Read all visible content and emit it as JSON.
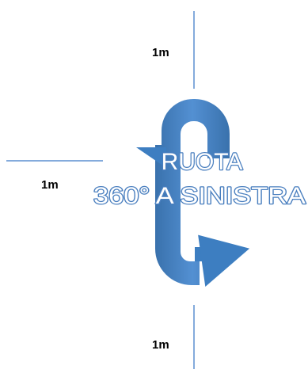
{
  "labels": {
    "top_distance": "1m",
    "left_distance": "1m",
    "bottom_distance": "1m"
  },
  "instruction": {
    "line1": "RUOTA",
    "line2": "360° A SINISTRA"
  },
  "colors": {
    "line": "#5b8fd0",
    "arrow": "#3d7ec1",
    "arrow_dark": "#2f6aa8",
    "text_fill": "#ffffff",
    "text_stroke": "#4a7fbf",
    "label_text": "#000000"
  },
  "icons": {
    "rotation_arrow": "u-turn-loop-arrow"
  }
}
